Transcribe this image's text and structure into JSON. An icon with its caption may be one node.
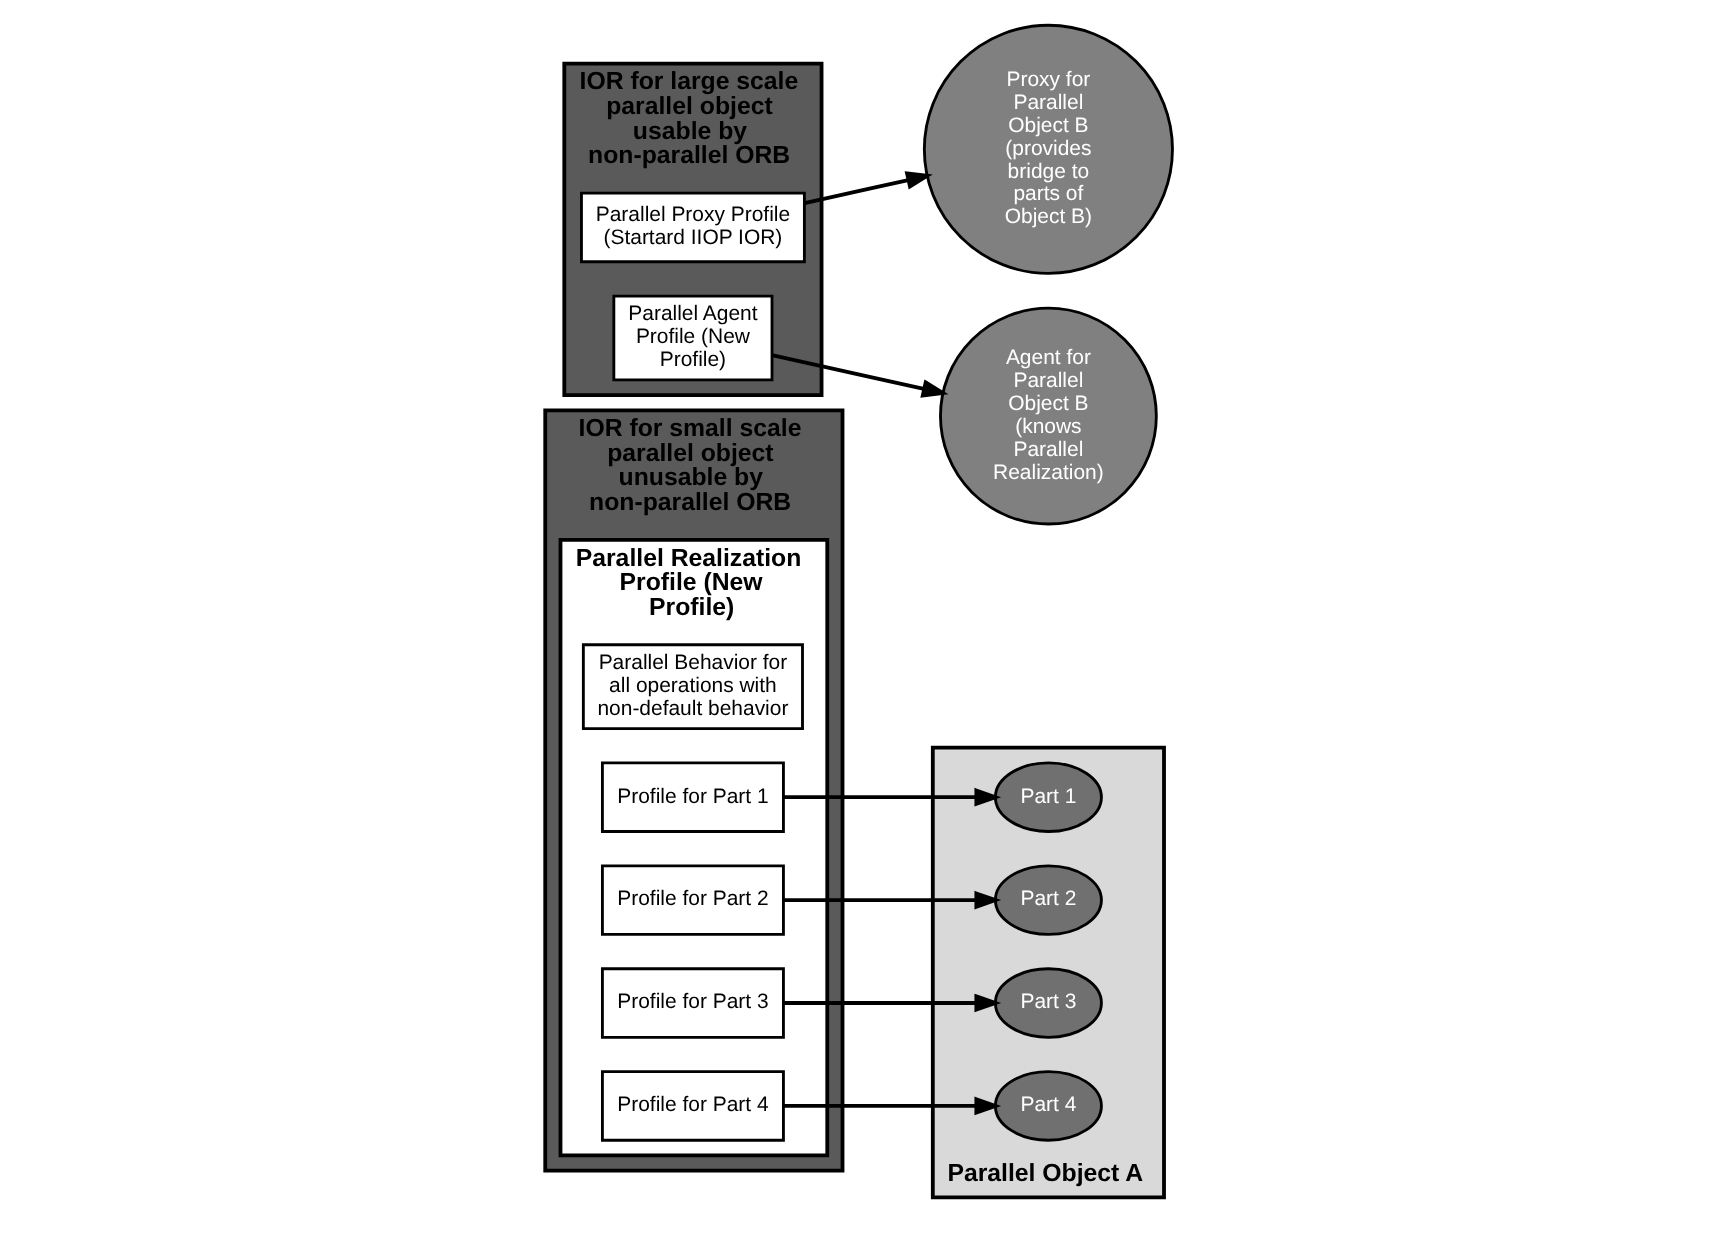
{
  "diagram": {
    "nodes": [
      {
        "text": [
          "IOR for small scale parallel object unusable by non-parallel ORB"
        ]
      },
      {
        "text": [
          "Parallel Realization Profile (New Profile)"
        ],
        "in": 0
      },
      {
        "text": [
          "Parallel Behavior for all operations with non-default behavior"
        ],
        "in": 1
      },
      {
        "text": [
          "Profile for Part 1"
        ],
        "in": 1
      },
      {
        "text": [
          "Profile for Part 2"
        ],
        "in": 1
      },
      {
        "text": [
          "Profile for Part 3"
        ],
        "in": 1
      },
      {
        "text": [
          "Profile for Part 4"
        ],
        "in": 1
      },
      {
        "text": [
          "Parallel Object A"
        ]
      },
      {
        "text": [
          "Part 1"
        ],
        "in": 7
      },
      {
        "text": [
          "Part 2"
        ],
        "in": 7
      },
      {
        "text": [
          "Part 3"
        ],
        "in": 7
      },
      {
        "text": [
          "Part 4"
        ],
        "in": 7
      },
      {
        "text": [
          "IOR for large scale parallel object usable by non-parallel ORB"
        ]
      },
      {
        "text": [
          "Parallel Proxy Profile (Startard IIOP IOR)"
        ],
        "in": 12
      },
      {
        "text": [
          "Parallel Agent Profile (New Profile)"
        ],
        "in": 12
      },
      {
        "text": [
          "Proxy for Parallel Object B (provides bridge to parts of Object B)"
        ]
      },
      {
        "text": [
          "Agent for Parallel Object B (knows Parallel Realization)"
        ]
      }
    ],
    "edges": [
      {
        "from": 3,
        "to": 8,
        "arrow": "to"
      },
      {
        "from": 4,
        "to": 9,
        "arrow": "to"
      },
      {
        "from": 5,
        "to": 10,
        "arrow": "to"
      },
      {
        "from": 6,
        "to": 11,
        "arrow": "to"
      },
      {
        "from": 13,
        "to": 15,
        "arrow": "to"
      },
      {
        "from": 14,
        "to": 16,
        "arrow": "to"
      }
    ]
  }
}
